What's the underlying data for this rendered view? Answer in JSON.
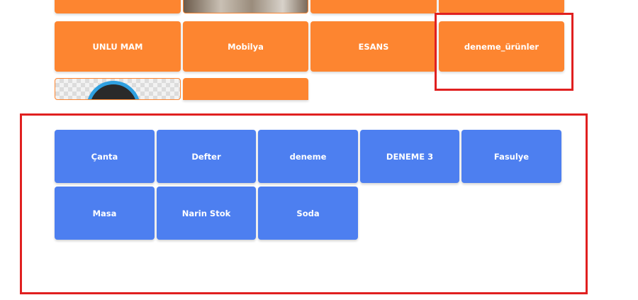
{
  "top_categories": {
    "row1": [
      "UNLU MAM",
      "Mobilya",
      "ESANS",
      "deneme_ürünler"
    ]
  },
  "products": {
    "row1": [
      "Çanta",
      "Defter",
      "deneme",
      "DENEME 3",
      "Fasulye"
    ],
    "row2": [
      "Masa",
      "Narin Stok",
      "Soda"
    ]
  },
  "colors": {
    "category_tile": "#fd8530",
    "product_tile": "#4d7ff0",
    "highlight_border": "#e02020"
  }
}
